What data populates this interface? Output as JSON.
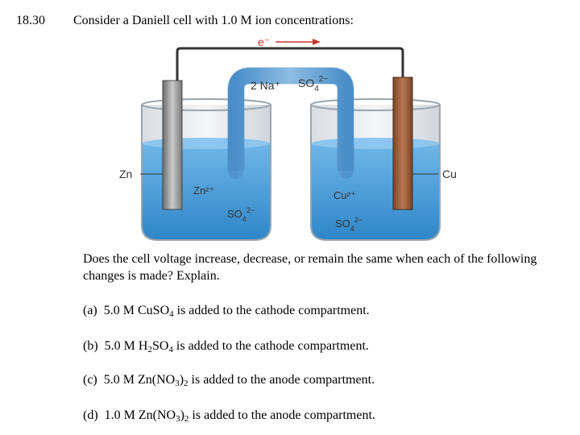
{
  "problem": {
    "number": "18.30",
    "intro": "Consider a Daniell cell with 1.0 M ion concentrations:"
  },
  "diagram": {
    "electron_label": "e⁻",
    "salt_bridge": {
      "ion1": "2 Na⁺",
      "ion2_main": "SO",
      "ion2_sub": "4",
      "ion2_sup": "2−"
    },
    "anode_electrode": "Zn",
    "cathode_electrode": "Cu",
    "anode_ion1": "Zn²⁺",
    "anode_ion2_main": "SO",
    "anode_ion2_sub": "4",
    "anode_ion2_sup": "2−",
    "cathode_ion1": "Cu²⁺",
    "cathode_ion2_main": "SO",
    "cathode_ion2_sub": "4",
    "cathode_ion2_sup": "2−",
    "colors": {
      "solution": "#3f98d6",
      "zinc": "#9a9a9a",
      "copper": "#a0633f",
      "bridge": "#6fa9dc"
    }
  },
  "question": {
    "prompt": "Does the cell voltage increase, decrease, or remain the same when each of the following changes is made? Explain.",
    "items": {
      "a": {
        "label": "(a)",
        "pre": "5.0 M CuSO",
        "sub1": "4",
        "mid": "",
        "sub2": "",
        "post": " is added to the cathode compartment."
      },
      "b": {
        "label": "(b)",
        "pre": "5.0 M H",
        "sub1": "2",
        "mid": "SO",
        "sub2": "4",
        "post": " is added to the cathode compartment."
      },
      "c": {
        "label": "(c)",
        "pre": "5.0 M Zn(NO",
        "sub1": "3",
        "mid": ")",
        "sub2": "2",
        "post": " is added to the anode compartment."
      },
      "d": {
        "label": "(d)",
        "pre": "1.0 M Zn(NO",
        "sub1": "3",
        "mid": ")",
        "sub2": "2",
        "post": " is added to the anode compartment."
      }
    }
  }
}
